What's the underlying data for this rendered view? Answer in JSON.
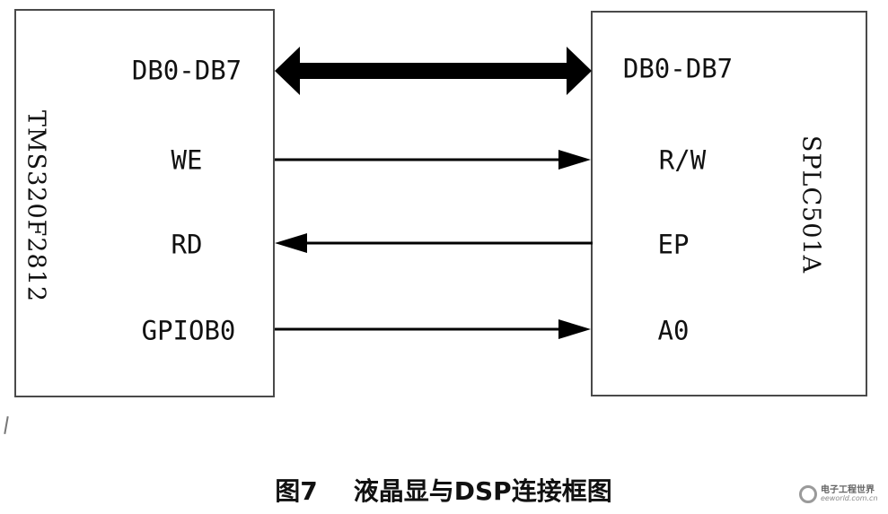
{
  "left_chip": {
    "name": "TMS320F2812",
    "pins": [
      "DB0-DB7",
      "WE",
      "RD",
      "GPIOB0"
    ]
  },
  "right_chip": {
    "name": "SPLC501A",
    "pins": [
      "DB0-DB7",
      "R/W",
      "EP",
      "A0"
    ]
  },
  "connections": [
    {
      "from": "DB0-DB7",
      "to": "DB0-DB7",
      "direction": "bidirectional",
      "style": "bus"
    },
    {
      "from": "WE",
      "to": "R/W",
      "direction": "left-to-right",
      "style": "single"
    },
    {
      "from": "EP",
      "to": "RD",
      "direction": "right-to-left",
      "style": "single"
    },
    {
      "from": "GPIOB0",
      "to": "A0",
      "direction": "left-to-right",
      "style": "single"
    }
  ],
  "caption": {
    "figure": "图7",
    "text": "液晶显与DSP连接框图"
  },
  "watermark": {
    "brand": "电子工程世界",
    "site": "eeworld.com.cn"
  }
}
